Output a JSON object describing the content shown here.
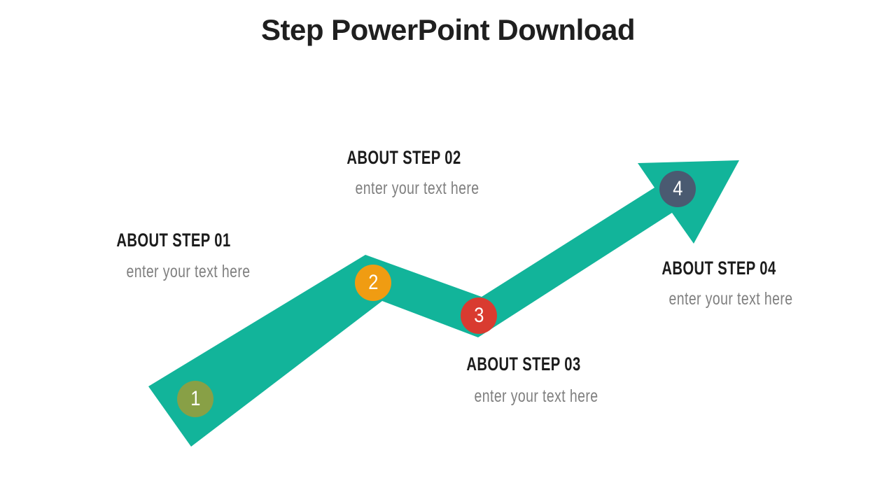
{
  "slide_title": "Step PowerPoint Download",
  "colors": {
    "background": "#FFFFFF",
    "arrow": "#12B49A",
    "title_text": "#1F1F1F",
    "step_heading_text": "#1C1C1C",
    "step_body_text": "#7F7F7F",
    "badge_number_text": "#FFFFFF"
  },
  "steps": [
    {
      "number": "1",
      "heading": "ABOUT STEP 01",
      "body": "enter your text here",
      "badge_color": "#88A046"
    },
    {
      "number": "2",
      "heading": "ABOUT STEP 02",
      "body": "enter your text here",
      "badge_color": "#F09C12"
    },
    {
      "number": "3",
      "heading": "ABOUT STEP 03",
      "body": "enter your text here",
      "badge_color": "#D93B30"
    },
    {
      "number": "4",
      "heading": "ABOUT STEP 04",
      "body": "enter your text here",
      "badge_color": "#4A5A71"
    }
  ]
}
